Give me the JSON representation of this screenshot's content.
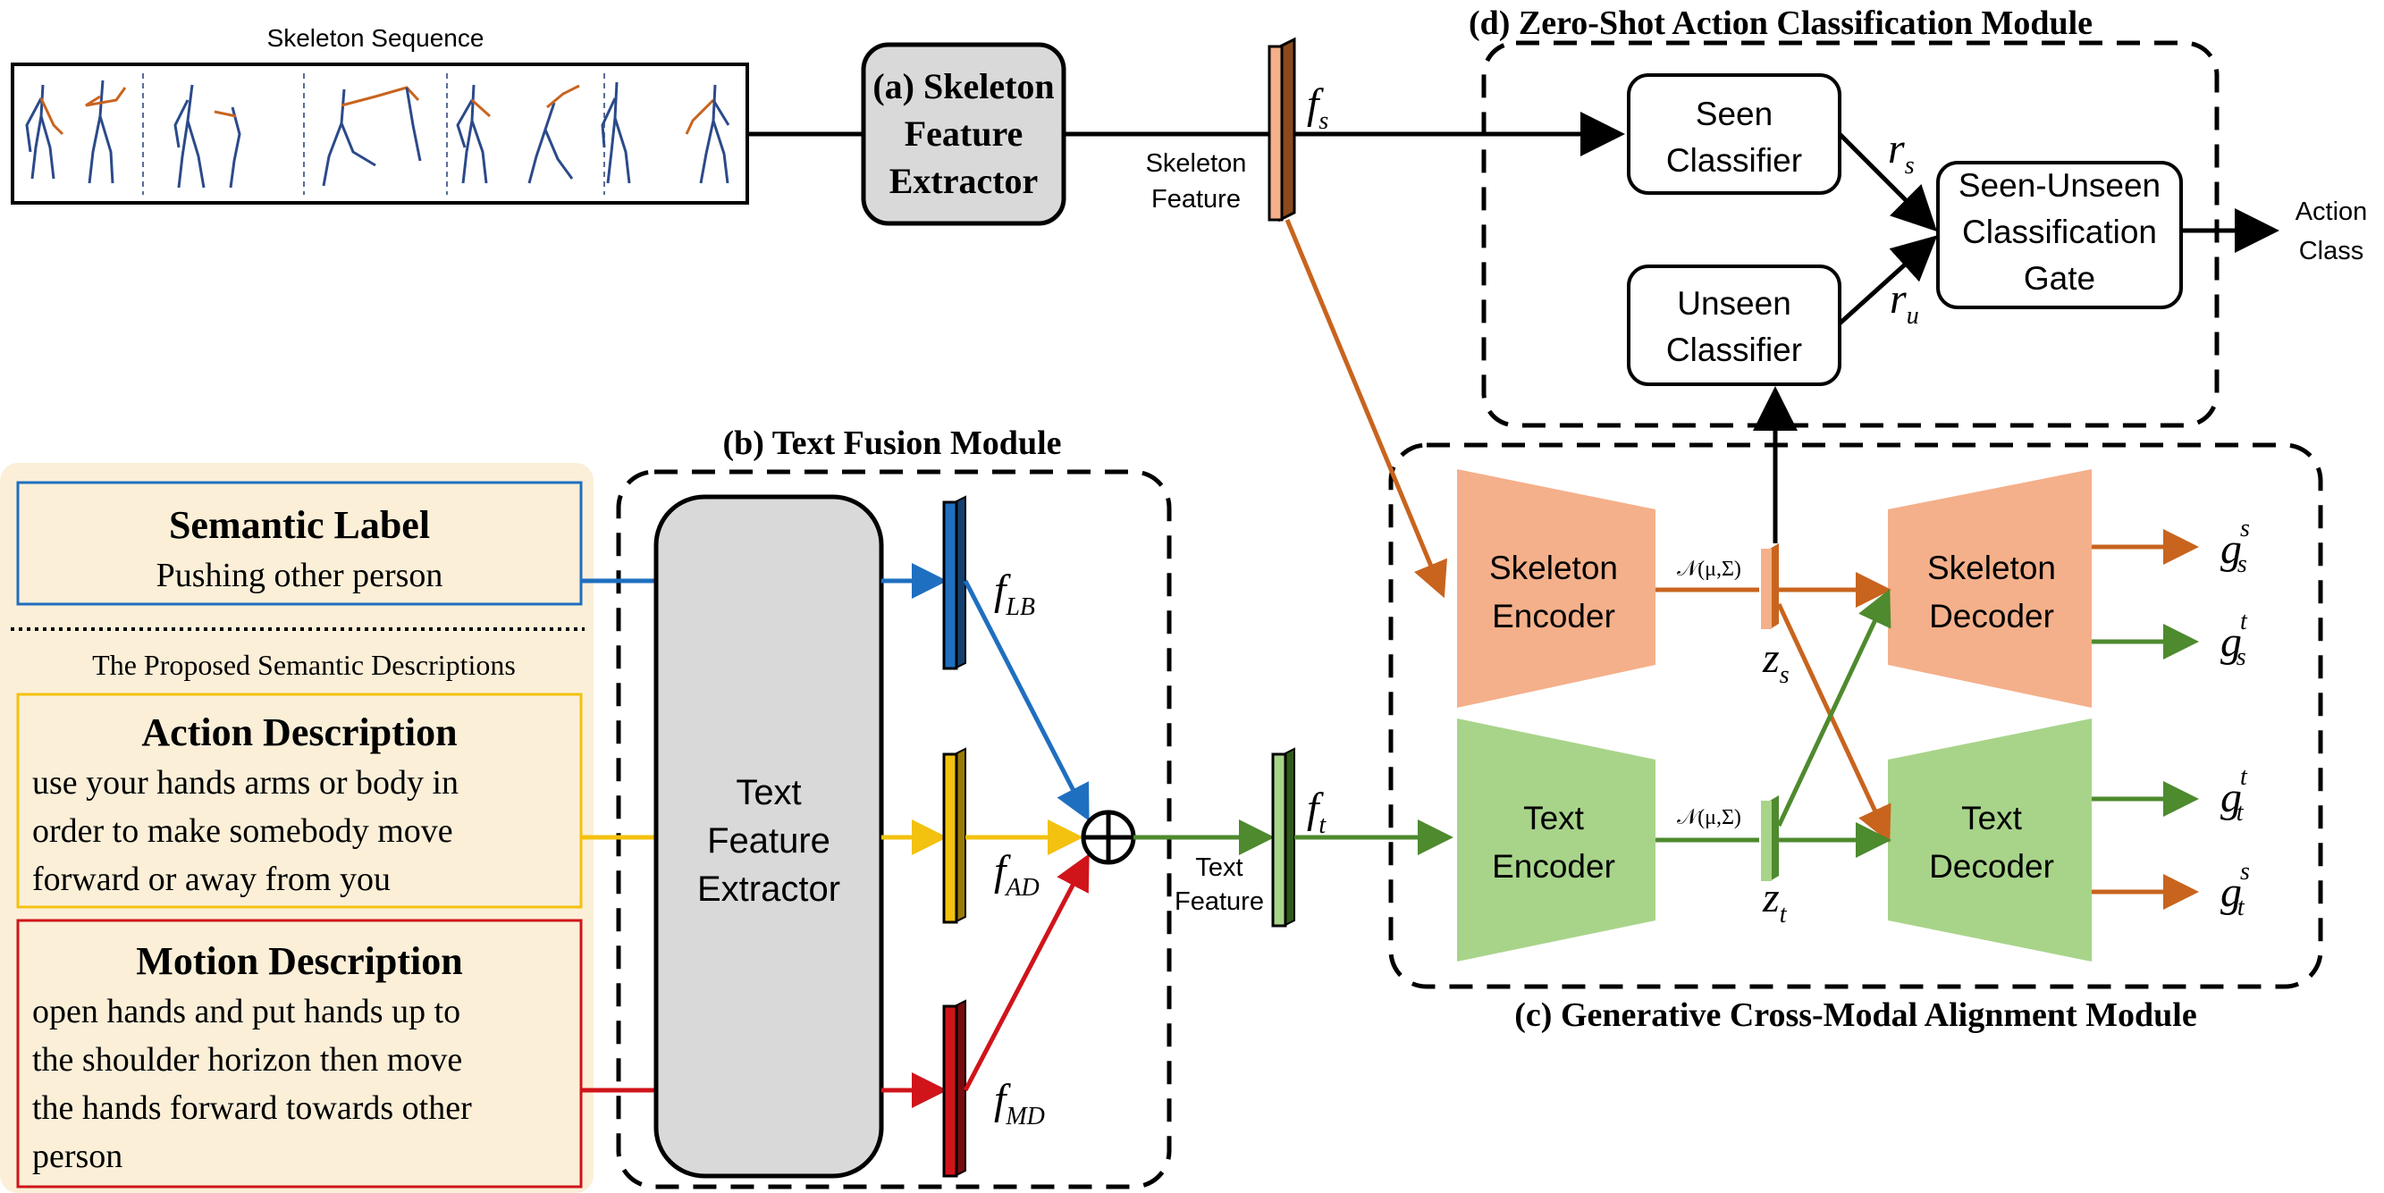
{
  "skeleton_sequence": {
    "label": "Skeleton Sequence"
  },
  "module_a": {
    "line1": "(a) Skeleton",
    "line2": "Feature",
    "line3": "Extractor"
  },
  "skeleton_feature": {
    "line1": "Skeleton",
    "line2": "Feature",
    "symbol": "f",
    "sub": "s"
  },
  "text_feature": {
    "line1": "Text",
    "line2": "Feature",
    "symbol": "f",
    "sub": "t"
  },
  "module_b": {
    "title": "(b) Text Fusion Module",
    "extractor_line1": "Text",
    "extractor_line2": "Feature",
    "extractor_line3": "Extractor",
    "features": [
      {
        "symbol": "f",
        "sub": "LB",
        "color": "#1f6fc0"
      },
      {
        "symbol": "f",
        "sub": "AD",
        "color": "#f3c10f"
      },
      {
        "symbol": "f",
        "sub": "MD",
        "color": "#d0141a"
      }
    ]
  },
  "inputs": {
    "semantic_label": {
      "title": "Semantic Label",
      "text": "Pushing other person",
      "color": "#1f6fc0"
    },
    "proposed_caption": "The Proposed Semantic Descriptions",
    "action_description": {
      "title": "Action Description",
      "lines": [
        "use your hands arms or body in",
        "order to make somebody move",
        "forward or away from you"
      ],
      "color": "#f3c10f"
    },
    "motion_description": {
      "title": "Motion Description",
      "lines": [
        "open hands and put hands up to",
        "the shoulder horizon then move",
        "the hands forward towards other",
        "person"
      ],
      "color": "#d0141a"
    }
  },
  "module_c": {
    "title": "(c) Generative Cross-Modal Alignment Module",
    "skeleton_encoder": [
      "Skeleton",
      "Encoder"
    ],
    "text_encoder": [
      "Text",
      "Encoder"
    ],
    "skeleton_decoder": [
      "Skeleton",
      "Decoder"
    ],
    "text_decoder": [
      "Text",
      "Decoder"
    ],
    "dist_label": "𝒩(μ,Σ)",
    "z_s": {
      "symbol": "z",
      "sub": "s"
    },
    "z_t": {
      "symbol": "z",
      "sub": "t"
    },
    "outputs": [
      {
        "symbol": "g",
        "sub": "s",
        "sup": "s"
      },
      {
        "symbol": "g",
        "sub": "s",
        "sup": "t"
      },
      {
        "symbol": "g",
        "sub": "t",
        "sup": "t"
      },
      {
        "symbol": "g",
        "sub": "t",
        "sup": "s"
      }
    ]
  },
  "module_d": {
    "title": "(d) Zero-Shot Action Classification Module",
    "seen": [
      "Seen",
      "Classifier"
    ],
    "unseen": [
      "Unseen",
      "Classifier"
    ],
    "gate": [
      "Seen-Unseen",
      "Classification",
      "Gate"
    ],
    "r_s": {
      "symbol": "r",
      "sub": "s"
    },
    "r_u": {
      "symbol": "r",
      "sub": "u"
    }
  },
  "output": {
    "line1": "Action",
    "line2": "Class"
  },
  "colors": {
    "skeleton": "#c8641e",
    "text_green": "#4e8a2e",
    "skeleton_fill": "#f4b08a",
    "text_fill": "#a8d48a",
    "input_bg": "#fbefd8",
    "extractor_fill": "#d9d9d9"
  }
}
